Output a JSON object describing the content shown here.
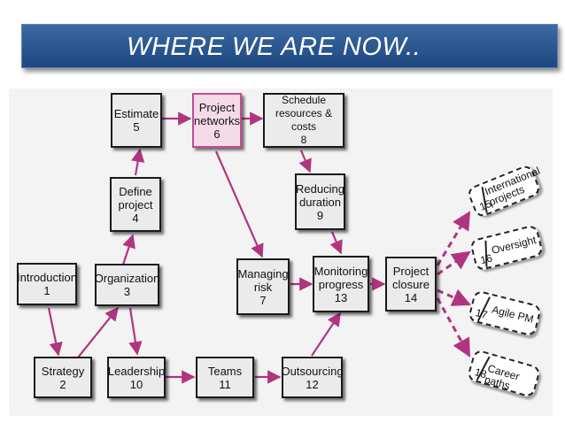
{
  "header": {
    "title": "WHERE WE ARE NOW.."
  },
  "nodes": [
    {
      "id": "estimate",
      "label": "Estimate",
      "number": "5"
    },
    {
      "id": "project-networks",
      "label": "Project\nnetworks",
      "number": "6"
    },
    {
      "id": "schedule",
      "label": "Schedule\nresources & costs",
      "number": "8"
    },
    {
      "id": "define-project",
      "label": "Define\nproject",
      "number": "4"
    },
    {
      "id": "reducing-duration",
      "label": "Reducing\nduration",
      "number": "9"
    },
    {
      "id": "introduction",
      "label": "Introduction",
      "number": "1"
    },
    {
      "id": "organization",
      "label": "Organization",
      "number": "3"
    },
    {
      "id": "managing-risk",
      "label": "Managing\nrisk",
      "number": "7"
    },
    {
      "id": "monitoring-progress",
      "label": "Monitoring\nprogress",
      "number": "13"
    },
    {
      "id": "project-closure",
      "label": "Project\nclosure",
      "number": "14"
    },
    {
      "id": "strategy",
      "label": "Strategy",
      "number": "2"
    },
    {
      "id": "leadership",
      "label": "Leadership",
      "number": "10"
    },
    {
      "id": "teams",
      "label": "Teams",
      "number": "11"
    },
    {
      "id": "outsourcing",
      "label": "Outsourcing",
      "number": "12"
    }
  ],
  "tags": [
    {
      "id": "international-projects",
      "label": "International\nprojects",
      "number": "15"
    },
    {
      "id": "oversight",
      "label": "Oversight",
      "number": "16"
    },
    {
      "id": "agile-pm",
      "label": "Agile PM",
      "number": "17"
    },
    {
      "id": "career-paths",
      "label": "Career paths",
      "number": "18"
    }
  ],
  "colors": {
    "banner_top": "#3d6aa4",
    "banner_bottom": "#1d477f",
    "arrow": "#b0357f",
    "highlight_fill": "#f5dbe8",
    "highlight_border": "#c24a8e",
    "box_fill": "#ebebeb"
  }
}
